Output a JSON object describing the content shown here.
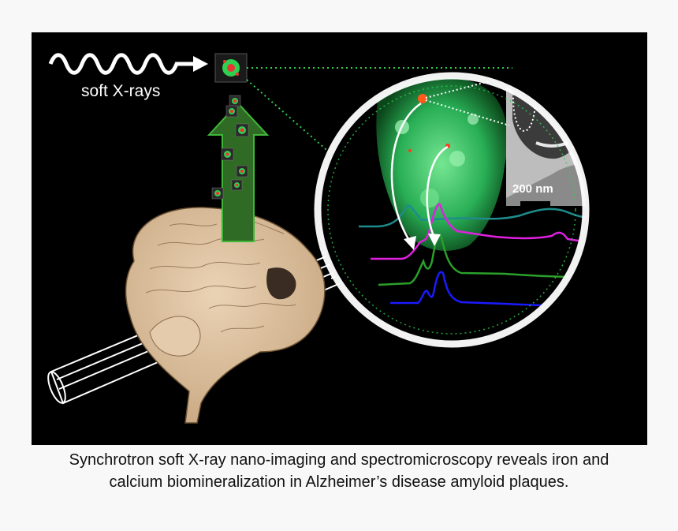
{
  "figure": {
    "xray_label": "soft X-rays",
    "scale_bar_label": "200 nm",
    "colors": {
      "background": "#000000",
      "brain": "#d9bf9f",
      "arrow_fill": "#2f6b24",
      "arrow_outline": "#3fb83a",
      "spectrum_teal": "#1f8c8c",
      "spectrum_magenta": "#e020e0",
      "spectrum_green": "#2aa02a",
      "spectrum_blue": "#1a1aff",
      "plaque_green": "#39d26a",
      "iron_red": "#ff3b1a"
    },
    "icons": [
      "wave-icon",
      "brain-illustration",
      "magnifier-handle",
      "up-arrow",
      "magnifying-lens"
    ]
  },
  "caption": {
    "line1": "Synchrotron soft X-ray nano-imaging and spectromicroscopy reveals iron and",
    "line2": "calcium biomineralization in Alzheimer’s disease amyloid plaques."
  }
}
